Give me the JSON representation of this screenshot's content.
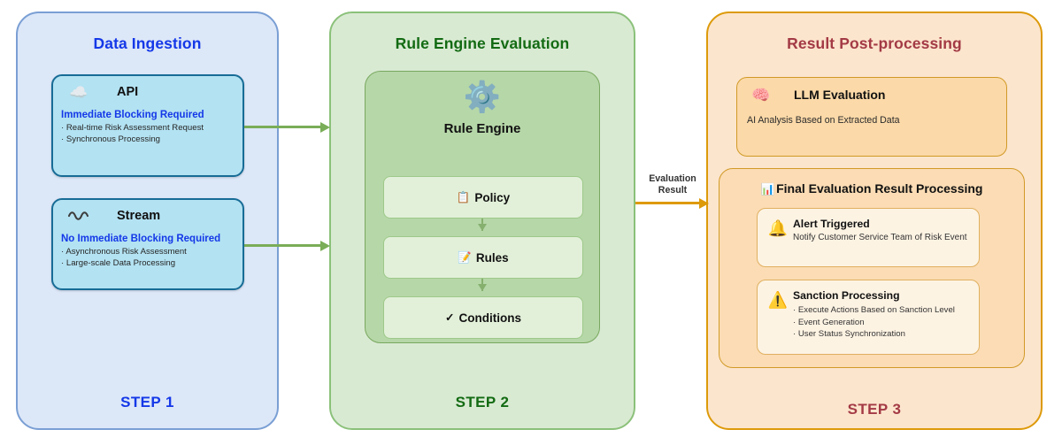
{
  "panels": [
    {
      "id": "data-ingestion",
      "title": "Data Ingestion",
      "step": "STEP 1",
      "color": "#1438e8",
      "fill": "#dce7f8",
      "border": "#7a9fd4"
    },
    {
      "id": "rule-engine-evaluation",
      "title": "Rule Engine Evaluation",
      "step": "STEP 2",
      "color": "#136b13",
      "fill": "#d9ead3",
      "border": "#8bc17a"
    },
    {
      "id": "result-post-processing",
      "title": "Result Post-processing",
      "step": "STEP 3",
      "color": "#a33a45",
      "fill": "#fce5cd",
      "border": "#dd9a0a"
    }
  ],
  "ingestion": {
    "sources": [
      {
        "icon": "cloud-icon",
        "icon_glyph": "☁️",
        "title": "API",
        "subtitle": "Immediate Blocking Required",
        "bullets": [
          "Real-time Risk Assessment Request",
          "Synchronous Processing"
        ]
      },
      {
        "icon": "wave-icon",
        "icon_glyph": "〰️",
        "title": "Stream",
        "subtitle": "No Immediate Blocking Required",
        "bullets": [
          "Asynchronous Risk Assessment",
          "Large-scale Data Processing"
        ]
      }
    ]
  },
  "rule_engine": {
    "icon": "gear-icon",
    "icon_glyph": "⚙️",
    "label": "Rule Engine",
    "steps": [
      {
        "icon": "clipboard-icon",
        "icon_glyph": "📋",
        "label": "Policy"
      },
      {
        "icon": "memo-icon",
        "icon_glyph": "📝",
        "label": "Rules"
      },
      {
        "icon": "check-icon",
        "icon_glyph": "✓",
        "label": "Conditions"
      }
    ]
  },
  "result": {
    "llm": {
      "icon": "brain-icon",
      "icon_glyph": "🧠",
      "title": "LLM Evaluation",
      "description": "AI Analysis Based on Extracted Data"
    },
    "final": {
      "icon": "bar-chart-icon",
      "icon_glyph": "📊",
      "title": "Final Evaluation Result Processing",
      "items": [
        {
          "icon": "bell-icon",
          "icon_glyph": "🔔",
          "title": "Alert Triggered",
          "description": "Notify Customer Service Team of Risk Event",
          "bullets": []
        },
        {
          "icon": "warning-icon",
          "icon_glyph": "⚠️",
          "title": "Sanction Processing",
          "description": "",
          "bullets": [
            "Execute Actions Based on Sanction Level",
            "Event Generation",
            "User Status Synchronization"
          ]
        }
      ]
    }
  },
  "connectors": {
    "api_to_engine": {
      "color": "#7aad58",
      "label": ""
    },
    "stream_to_engine": {
      "color": "#7aad58",
      "label": ""
    },
    "engine_to_result": {
      "color": "#dd9a0a",
      "label": "Evaluation\nResult"
    }
  }
}
